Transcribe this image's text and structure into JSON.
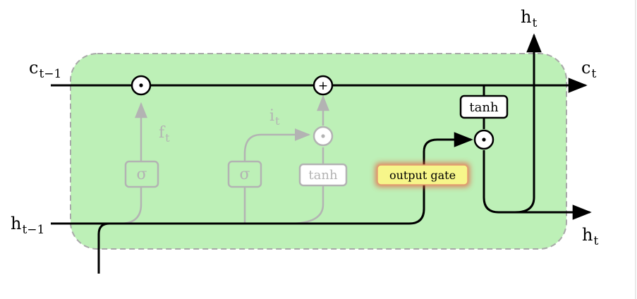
{
  "labels": {
    "c_prev": {
      "base": "c",
      "sub": "t−1"
    },
    "c_next": {
      "base": "c",
      "sub": "t"
    },
    "h_prev": {
      "base": "h",
      "sub": "t−1"
    },
    "h_top": {
      "base": "h",
      "sub": "t"
    },
    "h_right": {
      "base": "h",
      "sub": "t"
    },
    "forget": {
      "base": "f",
      "sub": "t"
    },
    "input": {
      "base": "i",
      "sub": "t"
    }
  },
  "ops": {
    "multiply": "⊙",
    "add": "+"
  },
  "gates": {
    "sigma_1": "σ",
    "sigma_2": "σ",
    "tanh_candidate": "tanh",
    "tanh_output": "tanh",
    "output_gate": "output gate"
  },
  "colors": {
    "cell_fill": "#bdf0b7",
    "cell_border": "#a8a8a8",
    "faded": "#b3b3b3",
    "active_line": "#000000",
    "highlight_fill": "#f7f68a",
    "highlight_glow": "#e85a3a"
  }
}
